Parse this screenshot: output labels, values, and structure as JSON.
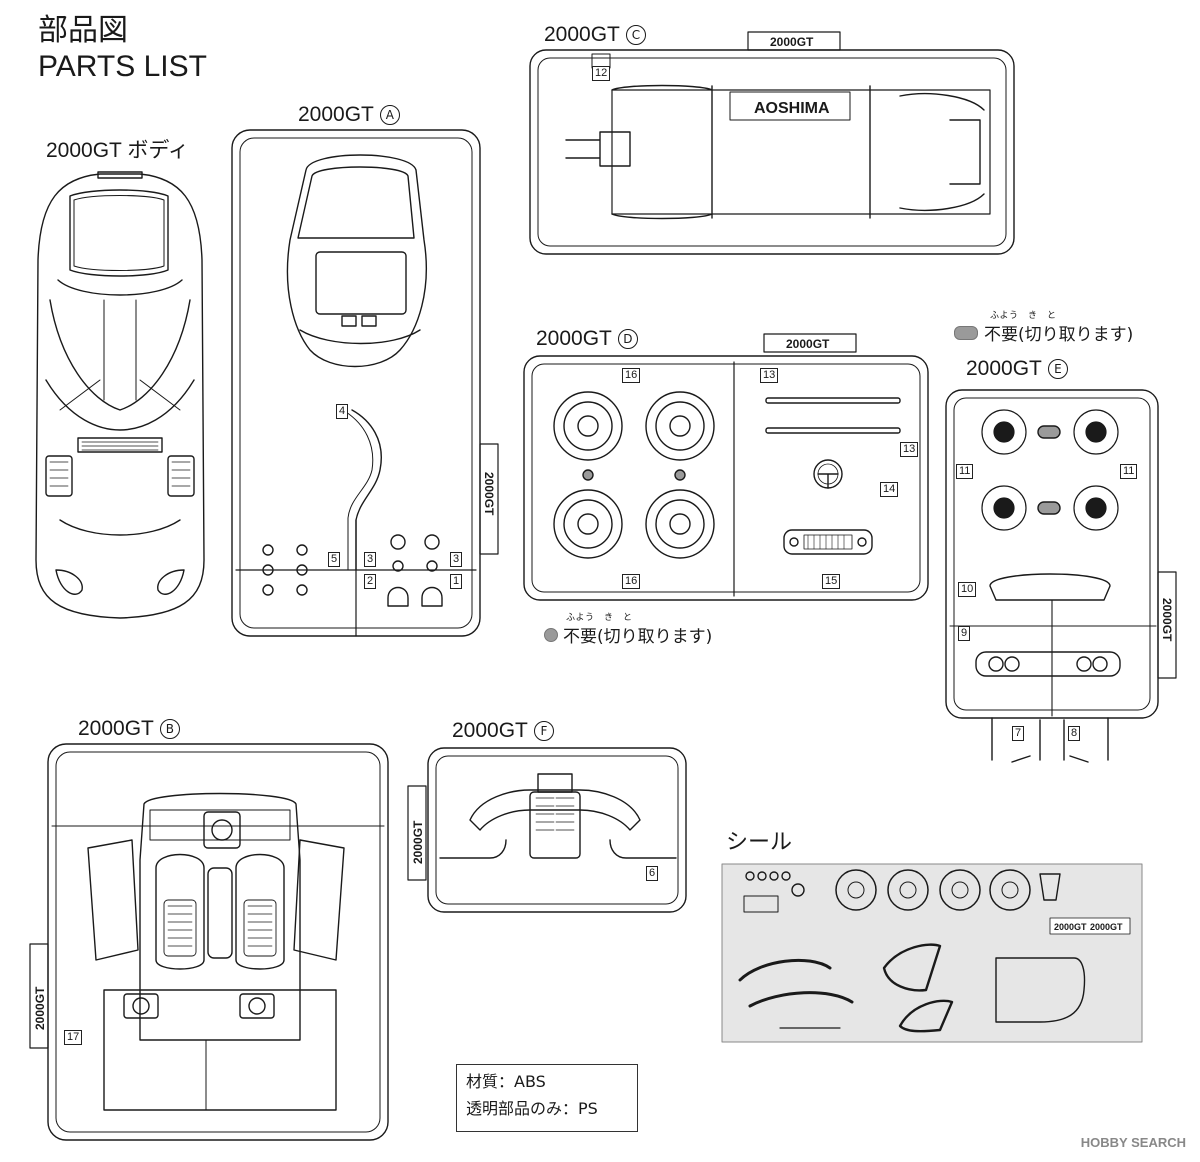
{
  "header": {
    "title_ja": "部品図",
    "title_en": "PARTS LIST"
  },
  "body": {
    "label": "2000GT ボディ"
  },
  "sprues": [
    {
      "id": "A",
      "name": "2000GT",
      "letter": "Ⓐ",
      "tag": "2000GT",
      "parts": [
        "1",
        "2",
        "3",
        "3",
        "4",
        "5"
      ]
    },
    {
      "id": "B",
      "name": "2000GT",
      "letter": "Ⓑ",
      "tag": "2000GT",
      "parts": [
        "17"
      ]
    },
    {
      "id": "C",
      "name": "2000GT",
      "letter": "Ⓒ",
      "tag": "2000GT",
      "logo": "AOSHIMA",
      "parts": [
        "12"
      ]
    },
    {
      "id": "D",
      "name": "2000GT",
      "letter": "Ⓓ",
      "tag": "2000GT",
      "parts": [
        "13",
        "13",
        "14",
        "15",
        "16",
        "16"
      ]
    },
    {
      "id": "E",
      "name": "2000GT",
      "letter": "Ⓔ",
      "tag": "2000GT",
      "parts": [
        "7",
        "8",
        "9",
        "10",
        "11",
        "11"
      ]
    },
    {
      "id": "F",
      "name": "2000GT",
      "letter": "Ⓕ",
      "tag": "2000GT",
      "parts": [
        "6"
      ]
    }
  ],
  "notes": {
    "unneeded_ruby": "ふよう　き　と",
    "unneeded_text": "不要(切り取ります)"
  },
  "decal": {
    "label": "シール",
    "strip_text_1": "2000GT",
    "strip_text_2": "2000GT"
  },
  "material": {
    "line1": "材質：ABS",
    "line2": "透明部品のみ：PS"
  },
  "watermark": "HOBBY SEARCH",
  "colors": {
    "ink": "#1a1a1a",
    "cut_marker": "#9a9a9a",
    "decal_bg": "#e6e6e6"
  }
}
